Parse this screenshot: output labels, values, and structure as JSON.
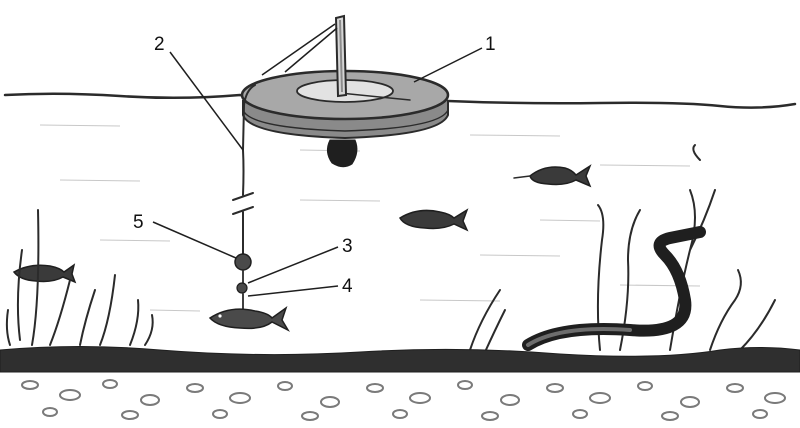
{
  "diagram": {
    "labels": [
      {
        "id": "1",
        "text": "1"
      },
      {
        "id": "2",
        "text": "2"
      },
      {
        "id": "3",
        "text": "3"
      },
      {
        "id": "4",
        "text": "4"
      },
      {
        "id": "5",
        "text": "5"
      }
    ]
  },
  "colors": {
    "ink": "#2b2b2b",
    "shade": "#6d6d6d",
    "light": "#bdbdbd",
    "background": "#ffffff"
  }
}
